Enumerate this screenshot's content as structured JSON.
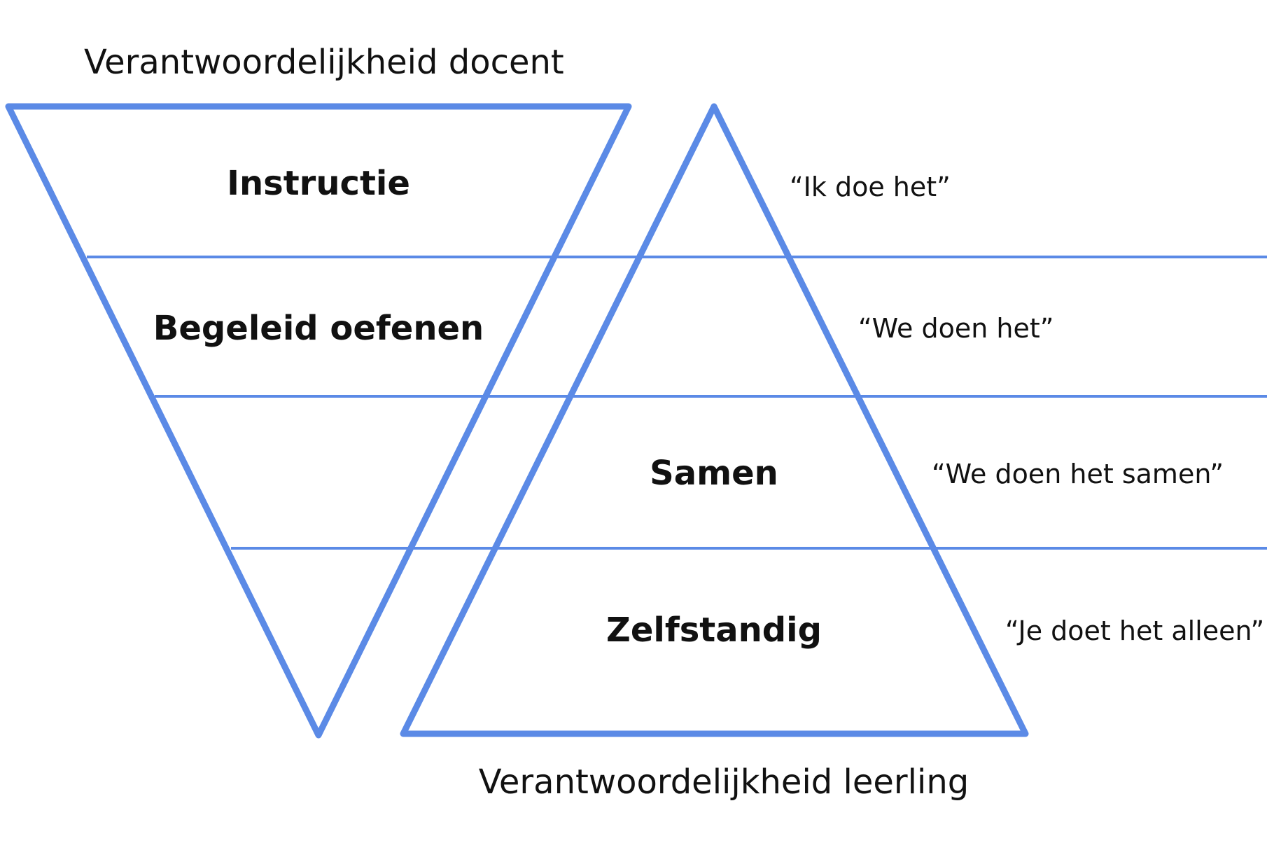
{
  "colors": {
    "line": "#5b8ae6"
  },
  "labels": {
    "top_title": "Verantwoordelijkheid docent",
    "bottom_title": "Verantwoordelijkheid leerling"
  },
  "stages": {
    "instructie": "Instructie",
    "begeleid": "Begeleid oefenen",
    "samen": "Samen",
    "zelfstandig": "Zelfstandig"
  },
  "quotes": {
    "ik": "“Ik doe het”",
    "we": "“We doen het”",
    "samen": "“We doen het samen”",
    "je": "“Je doet het alleen”"
  }
}
